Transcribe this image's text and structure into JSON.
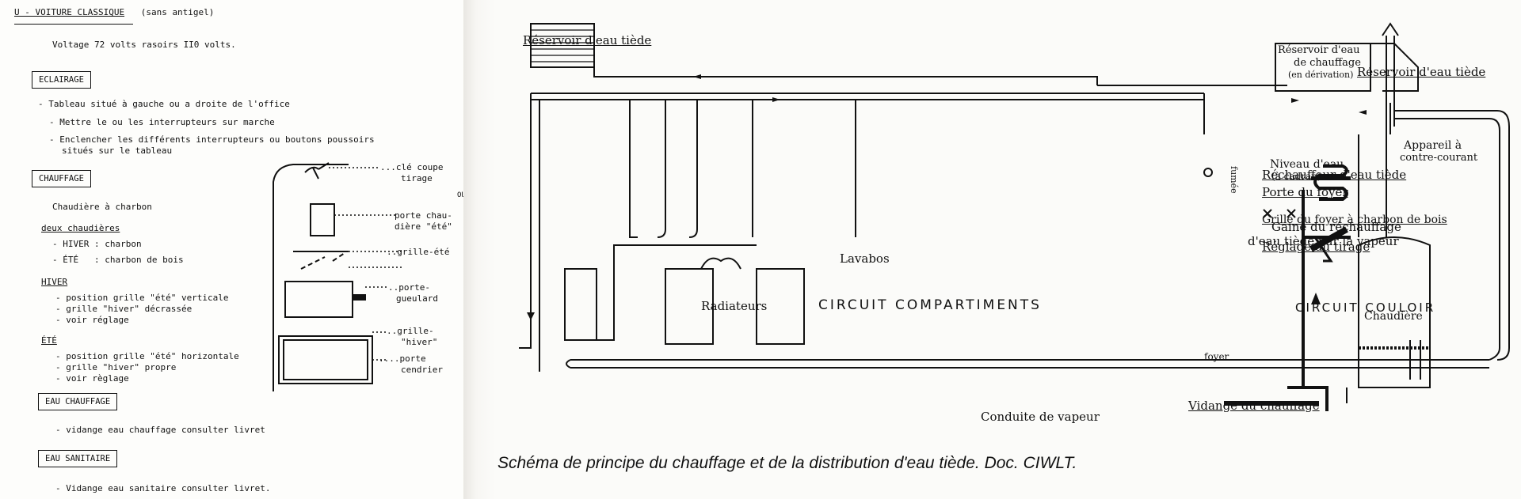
{
  "left_page": {
    "title": "U - VOITURE CLASSIQUE",
    "title_note": "(sans antigel)",
    "voltage": "Voltage 72 volts rasoirs II0 volts.",
    "eclairage": {
      "heading": "ECLAIRAGE",
      "lines": [
        "- Tableau situé à gauche ou a droite de l'office",
        "- Mettre le ou les interrupteurs sur marche",
        "- Enclencher les différents interrupteurs ou boutons poussoirs",
        "situés sur le tableau"
      ]
    },
    "chauffage": {
      "heading": "CHAUFFAGE",
      "intro": "Chaudière à charbon",
      "subheading": "deux chaudières",
      "items": [
        "- HIVER : charbon",
        "- ÉTÉ   : charbon de bois"
      ],
      "hiver_heading": "HIVER",
      "hiver_items": [
        "- position grille \"été\" verticale",
        "- grille \"hiver\" décrassée",
        "- voir réglage"
      ],
      "ete_heading": "ÉTÉ",
      "ete_items": [
        "- position grille \"été\" horizontale",
        "- grille \"hiver\" propre",
        "- voir règlage"
      ]
    },
    "eau_chauffage": {
      "heading": "EAU CHAUFFAGE",
      "line": "- vidange eau chauffage consulter livret"
    },
    "eau_sanitaire": {
      "heading": "EAU SANITAIRE",
      "line": "- Vidange eau sanitaire consulter livret."
    },
    "stove_labels": {
      "cle_line1": "...clé coupe",
      "cle_line2": "tirage",
      "porte_line1": "porte chau-",
      "porte_line2": "dière \"été\"",
      "grille_ete": "..grille-été",
      "gueulard_line1": "..porte-",
      "gueulard_line2": "gueulard",
      "grille_hiver_line1": "..grille-",
      "grille_hiver_line2": "\"hiver\"",
      "cendrier_line1": "....porte",
      "cendrier_line2": "cendrier",
      "edge_mark": "OU"
    }
  },
  "schema": {
    "reservoir_left": "Réservoir d'eau tiède",
    "reservoir_chauffage_1": "Réservoir d'eau",
    "reservoir_chauffage_2": "de chauffage",
    "reservoir_chauffage_3": "(en dérivation)",
    "reservoir_right": "Réservoir d'eau tiède",
    "niveau_1": "Niveau d'eau",
    "niveau_2": "(à cadran)",
    "appareil_1": "Appareil à",
    "appareil_2": "contre-courant",
    "gaine_1": "Gaine du réchauffage",
    "gaine_2": "d'eau tiède par la vapeur",
    "lavabos": "Lavabos",
    "radiateurs": "Radiateurs",
    "circuit_compartiments": "CIRCUIT  COMPARTIMENTS",
    "chaudiere": "Chaudière",
    "circuit_couloir": "CIRCUIT  COULOIR",
    "fumee": "fumée",
    "foyer": "foyer",
    "rechauffeur": "Réchauffeur d'eau tiède",
    "porte_foyer": "Porte du foyer",
    "grille_foyer": "Grille du foyer à charbon de bois",
    "reglage_tirage": "Réglage du tirage",
    "conduite_vapeur": "Conduite de vapeur",
    "vidange_chauffage": "Vidange du chauffage"
  },
  "caption": "Schéma de principe du chauffage et de la distribution d'eau tiède. Doc. CIWLT."
}
